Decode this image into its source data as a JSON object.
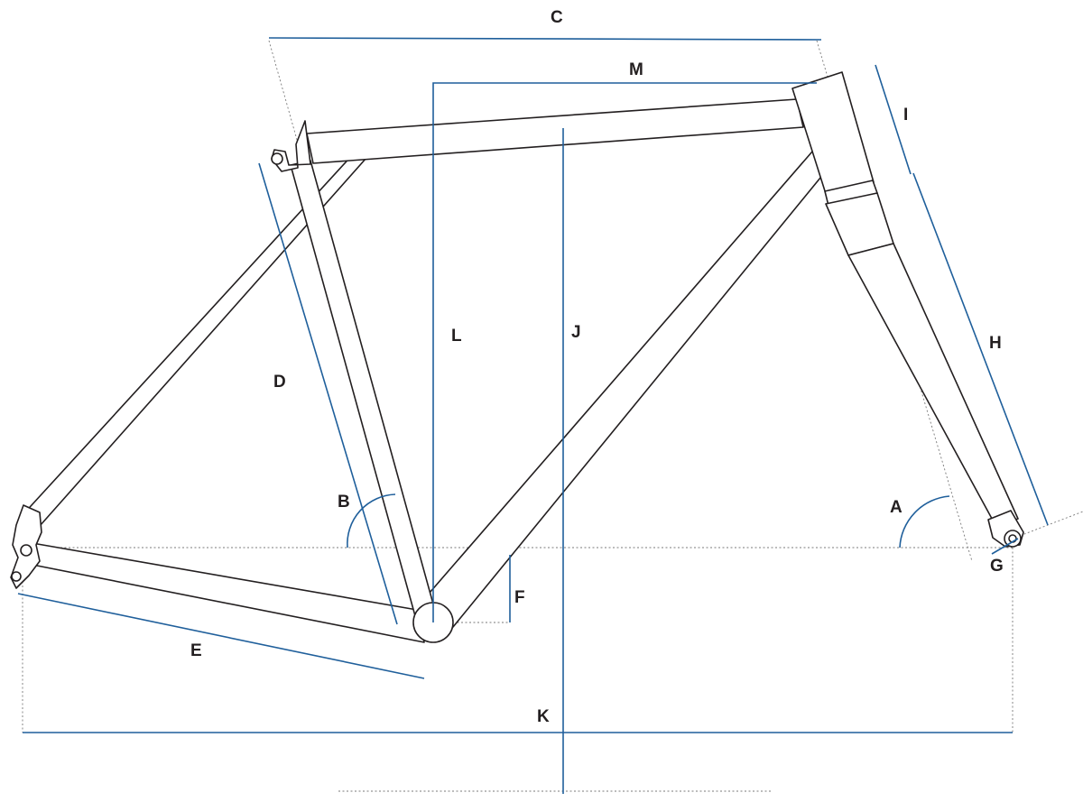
{
  "diagram": {
    "colors": {
      "frame": "#231f20",
      "dimension": "#1f5f9b",
      "guide": "#7a7a7a",
      "background": "#ffffff"
    },
    "labels": {
      "A": "A",
      "B": "B",
      "C": "C",
      "D": "D",
      "E": "E",
      "F": "F",
      "G": "G",
      "H": "H",
      "I": "I",
      "J": "J",
      "K": "K",
      "L": "L",
      "M": "M"
    }
  }
}
